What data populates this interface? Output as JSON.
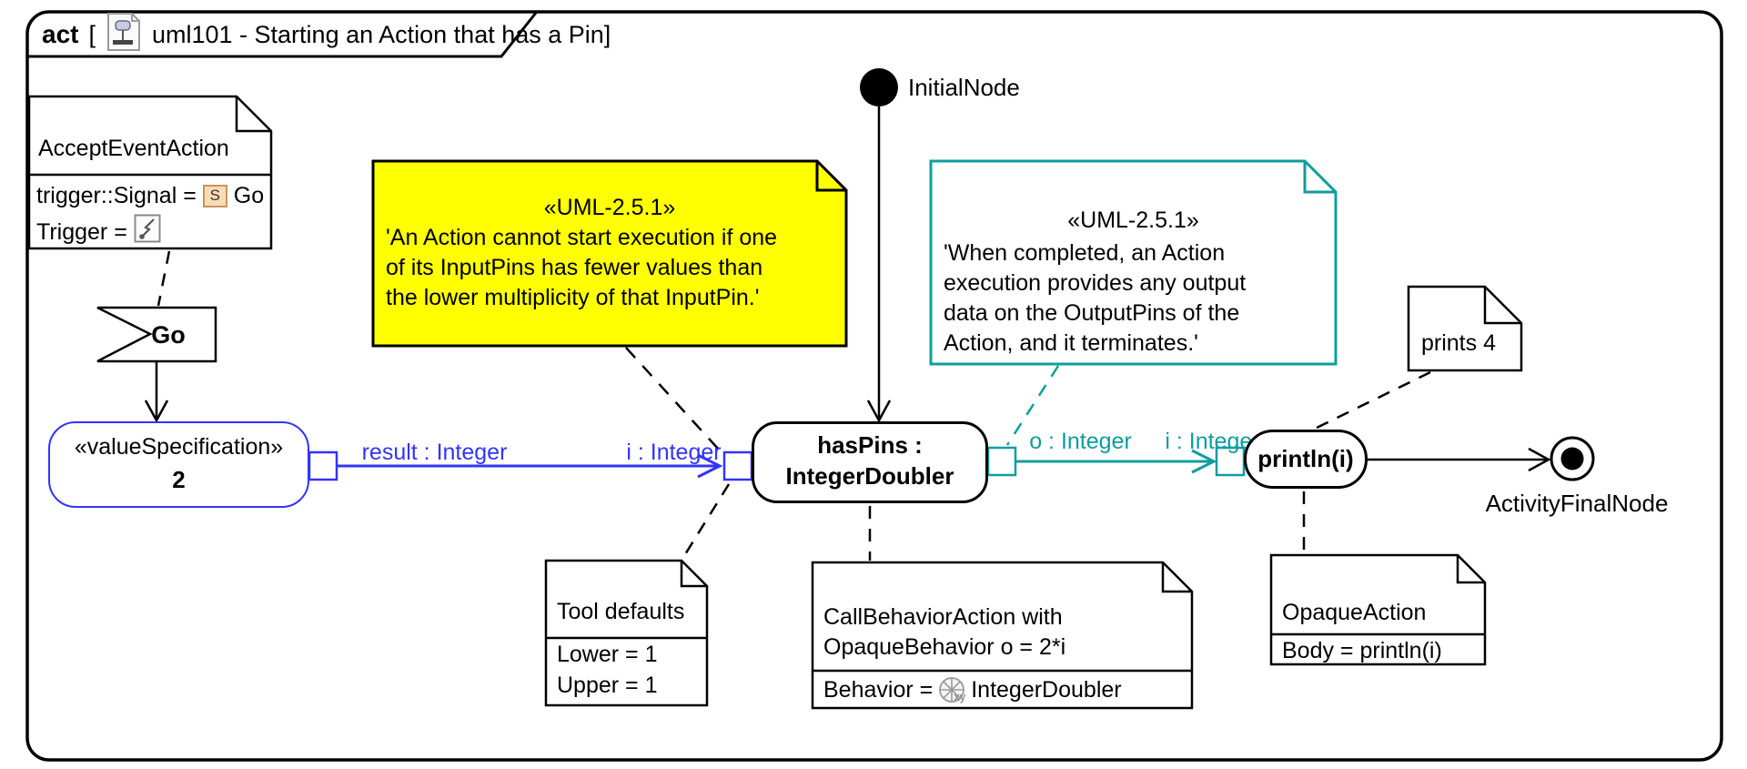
{
  "frame": {
    "keyword": "act",
    "open_bracket": "[",
    "diagram_name": "uml101 - Starting an Action that has a Pin]"
  },
  "notes": {
    "accept_event": {
      "title": "AcceptEventAction",
      "trigger_signal_label": "trigger::Signal =",
      "signal_icon_letter": "S",
      "trigger_signal_value": "Go",
      "trigger_label": "Trigger ="
    },
    "uml_input_pin_rule": {
      "stereotype": "«UML-2.5.1»",
      "lines": [
        "'An Action cannot start execution if one",
        "of its InputPins has fewer values than",
        "the lower multiplicity of that InputPin.'"
      ]
    },
    "uml_output_pin_rule": {
      "stereotype": "«UML-2.5.1»",
      "lines": [
        "'When completed, an Action",
        "execution provides any output",
        "data on the OutputPins of the",
        "Action, and it terminates.'"
      ]
    },
    "tool_defaults": {
      "title": "Tool defaults",
      "rows": [
        "Lower = 1",
        "Upper = 1"
      ]
    },
    "call_behavior": {
      "lines": [
        "CallBehaviorAction with",
        "OpaqueBehavior o = 2*i"
      ],
      "behavior_label": "Behavior =",
      "behavior_icon_label": "xy",
      "behavior_value": "IntegerDoubler"
    },
    "opaque_action": {
      "title": "OpaqueAction",
      "body": "Body = println(i)"
    },
    "prints": {
      "text": "prints 4"
    }
  },
  "nodes": {
    "initial_node": {
      "label": "InitialNode"
    },
    "go_signal": {
      "label": "Go"
    },
    "value_specification": {
      "stereotype": "«valueSpecification»",
      "value": "2"
    },
    "has_pins_action": {
      "name_line1": "hasPins :",
      "name_line2": "IntegerDoubler"
    },
    "println_action": {
      "label": "println(i)"
    },
    "final_node": {
      "label": "ActivityFinalNode"
    }
  },
  "pin_labels": {
    "result": "result : Integer",
    "input_i": "i : Integer",
    "output_o": "o : Integer",
    "println_i": "i : Integer"
  },
  "colors": {
    "object_flow_blue": "#3333ff",
    "object_flow_teal": "#0d9e9e",
    "note_yellow": "#ffff00",
    "line_black": "#000000"
  }
}
